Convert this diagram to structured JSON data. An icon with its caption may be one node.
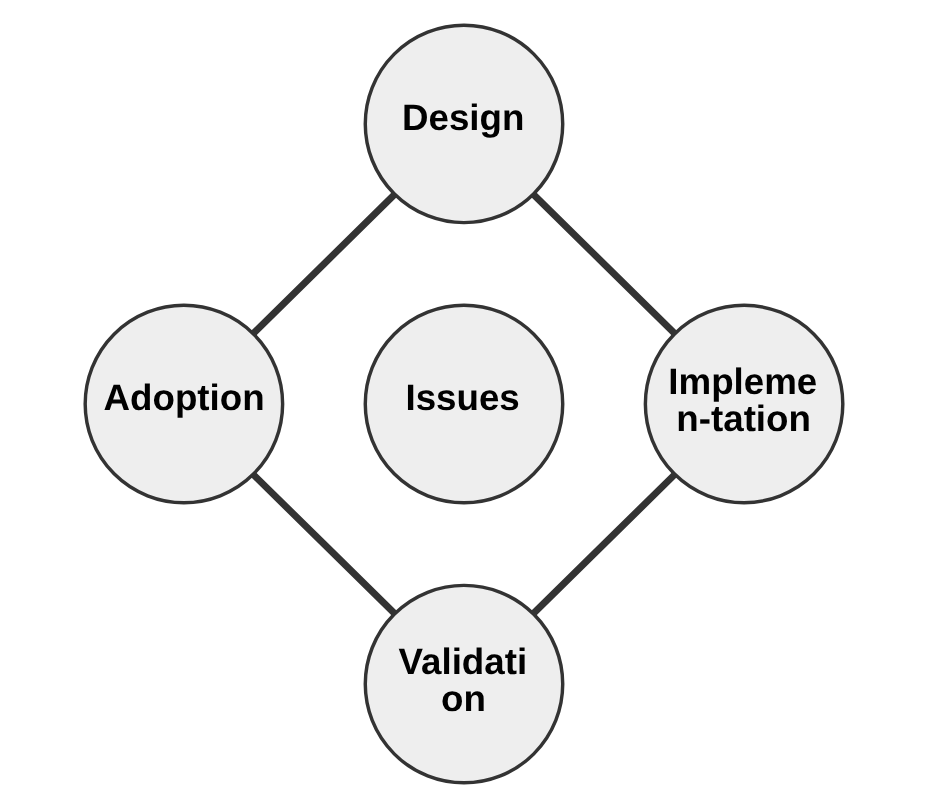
{
  "diagram": {
    "nodes": [
      {
        "text": [
          "Design"
        ]
      },
      {
        "text": [
          "Adoption"
        ]
      },
      {
        "text": [
          "Issues"
        ]
      },
      {
        "text": [
          "Impleme n-tation"
        ]
      },
      {
        "text": [
          "Validati on"
        ]
      }
    ],
    "edges": [
      {
        "from": 0,
        "to": 3,
        "arrow": "none"
      },
      {
        "from": 3,
        "to": 4,
        "arrow": "none"
      },
      {
        "from": 4,
        "to": 1,
        "arrow": "none"
      },
      {
        "from": 1,
        "to": 0,
        "arrow": "none"
      }
    ]
  }
}
